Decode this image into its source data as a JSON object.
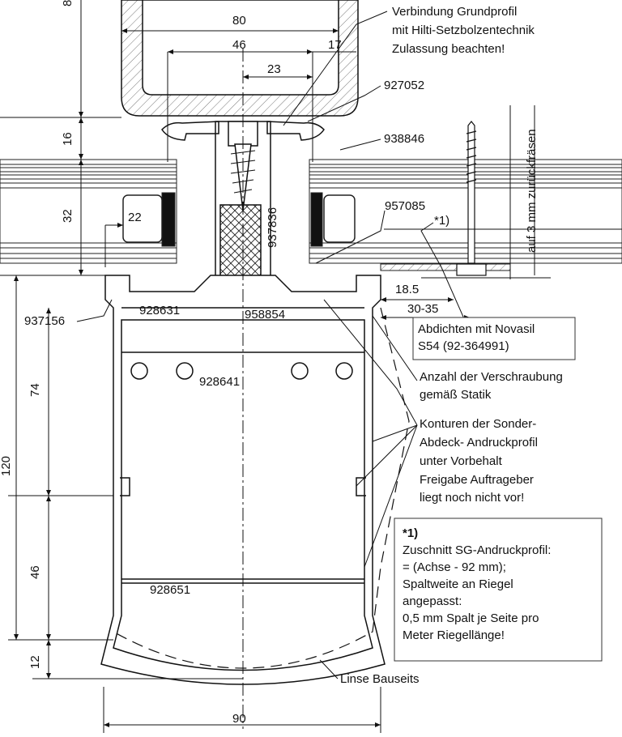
{
  "notes": {
    "grundprofil": [
      "Verbindung Grundprofil",
      "mit Hilti-Setzbolzentechnik",
      "Zulassung beachten!"
    ],
    "novasil": [
      "Abdichten mit Novasil",
      "S54 (92-364991)"
    ],
    "verschraubung": [
      "Anzahl der Verschraubung",
      "gemäß Statik"
    ],
    "konturen": [
      "Konturen der  Sonder-",
      "Abdeck- Andruckprofil",
      "unter Vorbehalt",
      "Freigabe Auftrageber",
      "liegt noch nicht vor!"
    ],
    "footnote": [
      "*1)",
      "Zuschnitt SG-Andruckprofil:",
      "= (Achse - 92 mm);",
      "Spaltweite an Riegel",
      "angepasst:",
      "0,5 mm Spalt je Seite pro",
      "Meter Riegellänge!"
    ],
    "linse": "Linse Bauseits",
    "fraesen": "auf 3 mm zurückfräsen",
    "star": "*1)"
  },
  "parts": {
    "p927052": "927052",
    "p938846": "938846",
    "p957085": "957085",
    "p937836": "937836",
    "p937156": "937156",
    "p928631": "928631",
    "p958854": "958854",
    "p928641": "928641",
    "p928651": "928651"
  },
  "dimensions": {
    "d80": "80",
    "d46": "46",
    "d17": "17",
    "d23": "23",
    "d8": "8",
    "d16": "16",
    "d32": "32",
    "d22": "22",
    "d185": "18.5",
    "d3035": "30-35",
    "d74": "74",
    "d120": "120",
    "d46b": "46",
    "d12": "12",
    "d90": "90"
  }
}
